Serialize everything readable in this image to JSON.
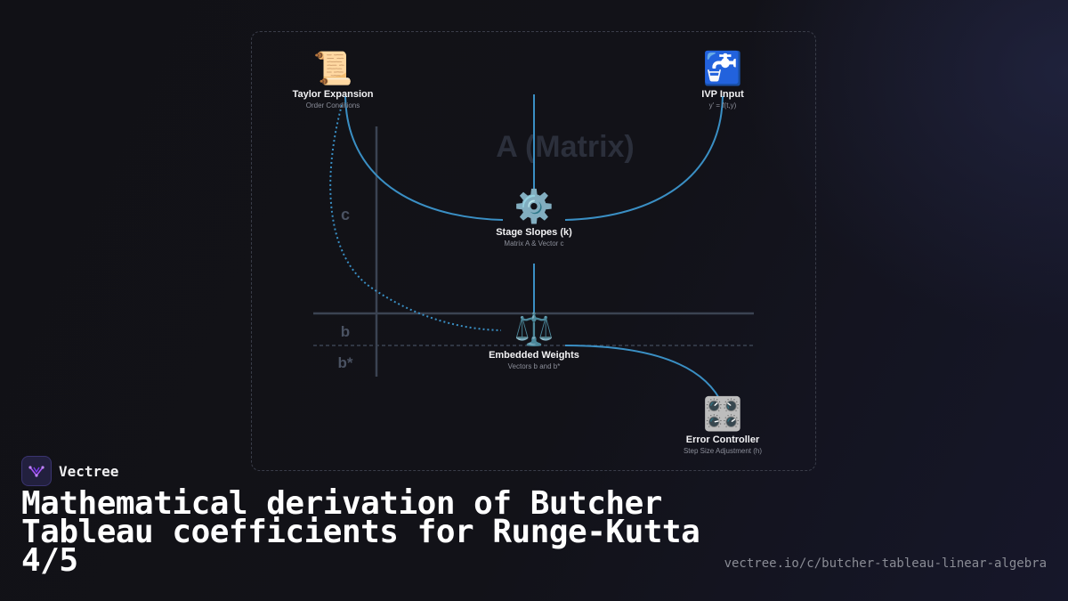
{
  "diagram": {
    "matrix_label": "A (Matrix)",
    "row_labels": {
      "c": "c",
      "b": "b",
      "b_star": "b*"
    },
    "nodes": {
      "taylor": {
        "icon": "scroll-icon",
        "emoji": "📜",
        "title": "Taylor Expansion",
        "subtitle": "Order Conditions"
      },
      "ivp": {
        "icon": "faucet-icon",
        "emoji": "🚰",
        "title": "IVP Input",
        "subtitle": "y' = f(t,y)"
      },
      "stage": {
        "icon": "gear-icon",
        "emoji": "⚙️",
        "title": "Stage Slopes (k)",
        "subtitle": "Matrix A & Vector c"
      },
      "weights": {
        "icon": "balance-scale-icon",
        "emoji": "⚖️",
        "title": "Embedded Weights",
        "subtitle": "Vectors b and b*"
      },
      "error": {
        "icon": "control-knobs-icon",
        "emoji": "🎛️",
        "title": "Error Controller",
        "subtitle": "Step Size Adjustment (h)"
      }
    },
    "colors": {
      "connector": "#3a8fc4",
      "grid": "#3b4352",
      "frame": "#3a3d49"
    }
  },
  "footer": {
    "brand": "Vectree",
    "headline": "Mathematical derivation of Butcher Tableau coefficients for Runge-Kutta 4/5",
    "url": "vectree.io/c/butcher-tableau-linear-algebra"
  }
}
